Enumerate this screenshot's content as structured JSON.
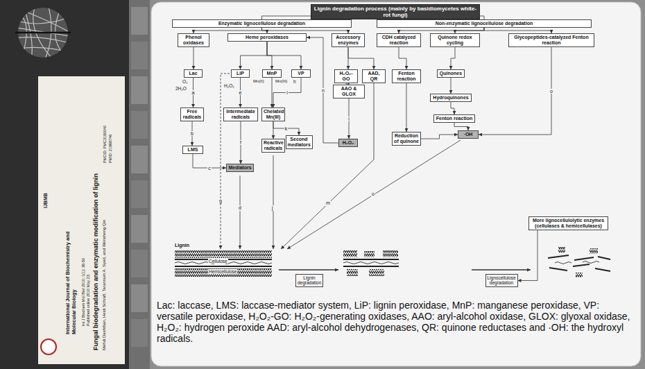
{
  "diagram": {
    "nodes": [
      {
        "text": [
          "Lignin degradation process (mainly by basidiomycetes white-rot fungi)"
        ]
      },
      {
        "text": [
          "Enzymatic lignocellulose degradation"
        ]
      },
      {
        "text": [
          "Non-enzymatic lignocellulose degradation"
        ]
      },
      {
        "text": [
          "Phenol oxidases"
        ]
      },
      {
        "text": [
          "Heme peroxidases"
        ]
      },
      {
        "text": [
          "Accessory enzymes"
        ]
      },
      {
        "text": [
          "CDH catalyzed reaction"
        ]
      },
      {
        "text": [
          "Quinone redox cycling"
        ]
      },
      {
        "text": [
          "Glycopeptides-catalyzed Fenton reaction"
        ]
      },
      {
        "text": [
          "Lac"
        ]
      },
      {
        "text": [
          "LiP"
        ]
      },
      {
        "text": [
          "MnP"
        ]
      },
      {
        "text": [
          "VP"
        ]
      },
      {
        "text": [
          "H₂O₂-GO"
        ]
      },
      {
        "text": [
          "AAD, QR"
        ]
      },
      {
        "text": [
          "Fenton reaction"
        ]
      },
      {
        "text": [
          "Quinones"
        ]
      },
      {
        "text": [
          "AAO & GLOX"
        ]
      },
      {
        "text": [
          "Hydroquinones"
        ]
      },
      {
        "text": [
          "Free radicals"
        ]
      },
      {
        "text": [
          "Intermediate radicals"
        ]
      },
      {
        "text": [
          "Chelated Mn(III)"
        ]
      },
      {
        "text": [
          "Fenton reaction"
        ]
      },
      {
        "text": [
          "·OH"
        ]
      },
      {
        "text": [
          "Reduction of quinone"
        ]
      },
      {
        "text": [
          "Second mediators"
        ]
      },
      {
        "text": [
          "H₂O₂"
        ]
      },
      {
        "text": [
          "Reactive radicals"
        ]
      },
      {
        "text": [
          "LMS"
        ]
      },
      {
        "text": [
          "Mediators"
        ]
      },
      {
        "text": [
          "More lignocellulolytic enzymes (cellulases & hemicellulases)"
        ]
      },
      {
        "text": [
          "Lignin degradation"
        ]
      },
      {
        "text": [
          "Lignocellulose degradation"
        ]
      }
    ],
    "edges": [
      {
        "from": 0,
        "to": 1,
        "arrow": "to"
      },
      {
        "from": 0,
        "to": 2,
        "arrow": "to"
      },
      {
        "from": 1,
        "to": 3,
        "arrow": "to"
      },
      {
        "from": 1,
        "to": 4,
        "arrow": "to"
      },
      {
        "from": 1,
        "to": 5,
        "arrow": "to"
      },
      {
        "from": 2,
        "to": 6,
        "arrow": "to"
      },
      {
        "from": 2,
        "to": 7,
        "arrow": "to"
      },
      {
        "from": 2,
        "to": 8,
        "arrow": "to"
      },
      {
        "from": 3,
        "to": 9,
        "arrow": "to"
      },
      {
        "from": 4,
        "to": 10,
        "arrow": "to"
      },
      {
        "from": 4,
        "to": 11,
        "arrow": "to"
      },
      {
        "from": 4,
        "to": 12,
        "arrow": "to"
      },
      {
        "from": 5,
        "to": 13,
        "arrow": "to"
      },
      {
        "from": 5,
        "to": 14,
        "arrow": "to"
      },
      {
        "from": 6,
        "to": 15,
        "arrow": "to"
      },
      {
        "from": 7,
        "to": 16,
        "arrow": "to"
      },
      {
        "from": 9,
        "to": 19,
        "label": "a",
        "arrow": "to"
      },
      {
        "from": 19,
        "to": 28,
        "label": "b",
        "arrow": "to"
      },
      {
        "from": 28,
        "to": 29,
        "label": "c",
        "arrow": "to"
      },
      {
        "from": 10,
        "to": 20,
        "label": "e",
        "arrow": "to"
      },
      {
        "from": 20,
        "to": 29,
        "label": "f",
        "arrow": "to"
      },
      {
        "from": 11,
        "to": 21,
        "arrow": "to"
      },
      {
        "from": 12,
        "to": 21,
        "label": "i",
        "arrow": "to"
      },
      {
        "from": 21,
        "to": 25,
        "label": "k",
        "arrow": "to"
      },
      {
        "from": 21,
        "to": 27,
        "arrow": "to"
      },
      {
        "from": 13,
        "to": 17,
        "arrow": "to"
      },
      {
        "from": 17,
        "to": 26,
        "label": "l",
        "arrow": "to"
      },
      {
        "from": 26,
        "to": 4,
        "label": "n",
        "arrow": "to"
      },
      {
        "from": 15,
        "to": 24,
        "arrow": "to"
      },
      {
        "from": 16,
        "to": 18,
        "arrow": "to"
      },
      {
        "from": 18,
        "to": 22,
        "arrow": "to"
      },
      {
        "from": 22,
        "to": 23,
        "arrow": "to"
      },
      {
        "from": 24,
        "to": 23,
        "arrow": "to"
      },
      {
        "from": 8,
        "to": 23,
        "label": "o",
        "arrow": "to"
      },
      {
        "from": 30,
        "to": 32,
        "arrow": "to"
      }
    ],
    "labels": [
      "O₂",
      "2H₂O",
      "H₂O₂",
      "Mn(II)",
      "Mn(III)",
      "h",
      "g",
      "d",
      "j",
      "m",
      "o",
      "Lignin",
      "Cellulose",
      "Hemicellulose",
      "Lac: laccase, LMS: laccase-mediator system, LiP: lignin peroxidase, MnP: manganese peroxidase, VP: versatile peroxidase, H₂O₂-GO: H₂O₂-generating oxidases, AAO: aryl-alcohol oxidase, GLOX: glyoxal oxidase, H₂O₂: hydrogen peroxide AAD: aryl-alcohol dehydrogenases, QR: quinone reductases and ·OH: the hydroxyl radicals.",
      "International Journal of Biochemistry and Molecular Biology",
      "Int J Biochem Mol Biol 2010; 1(1): 36-50",
      "Published online 2010 May 23.",
      "Fungal biodegradation and enzymatic modification of lignin",
      "Mehdi Dashtban, Heidi Schraft, Tarannum A. Syed, and Wensheng Qin",
      "PMCID: PMC3180040",
      "PMID: 21968746",
      "IJBMB"
    ]
  }
}
